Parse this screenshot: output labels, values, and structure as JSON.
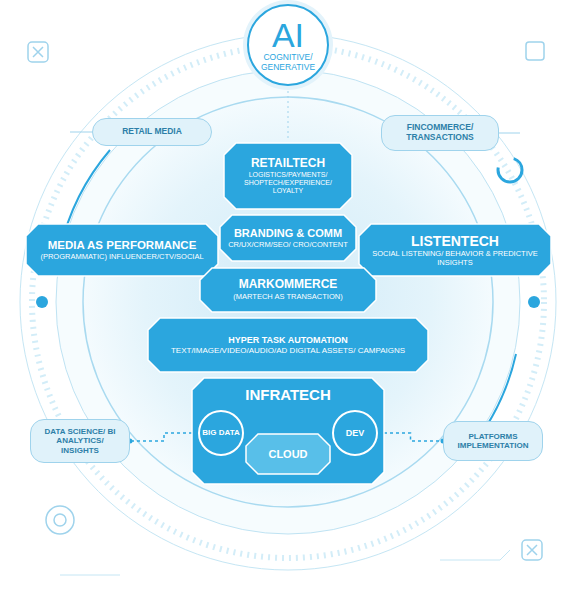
{
  "diagram": {
    "nodes": [
      {
        "text": [
          "AI",
          "COGNITIVE/ GENERATIVE"
        ]
      },
      {
        "text": [
          "RETAIL MEDIA"
        ]
      },
      {
        "text": [
          "FINCOMMERCE/ TRANSACTIONS"
        ]
      },
      {
        "text": [
          "RETAILTECH",
          "LOGISTICS/PAYMENTS/ SHOPTECH/EXPERIENCE/ LOYALTY"
        ]
      },
      {
        "text": [
          "MEDIA AS PERFORMANCE",
          "(PROGRAMMATIC) INFLUENCER/CTV/SOCIAL"
        ]
      },
      {
        "text": [
          "BRANDING & COMM",
          "CR/UX/CRM/SEO/ CRO/CONTENT"
        ]
      },
      {
        "text": [
          "LISTENTECH",
          "SOCIAL LISTENING/ BEHAVIOR & PREDICTIVE INSIGHTS"
        ]
      },
      {
        "text": [
          "MARKOMMERCE",
          "(MARTECH AS TRANSACTION)"
        ]
      },
      {
        "text": [
          "HYPER TASK AUTOMATION",
          "TEXT/IMAGE/VIDEO/AUDIO/AD DIGITAL ASSETS/ CAMPAIGNS"
        ]
      },
      {
        "text": [
          "INFRATECH"
        ]
      },
      {
        "text": [
          "BIG DATA"
        ],
        "in": 9
      },
      {
        "text": [
          "CLOUD"
        ],
        "in": 9
      },
      {
        "text": [
          "DEV"
        ],
        "in": 9
      },
      {
        "text": [
          "DATA SCIENCE/ BI ANALYTICS/ INSIGHTS"
        ]
      },
      {
        "text": [
          "PLATFORMS IMPLEMENTATION"
        ]
      }
    ],
    "edges": [
      {
        "from": 10,
        "to": 13,
        "arrow": "none"
      },
      {
        "from": 12,
        "to": 14,
        "arrow": "none"
      }
    ]
  }
}
